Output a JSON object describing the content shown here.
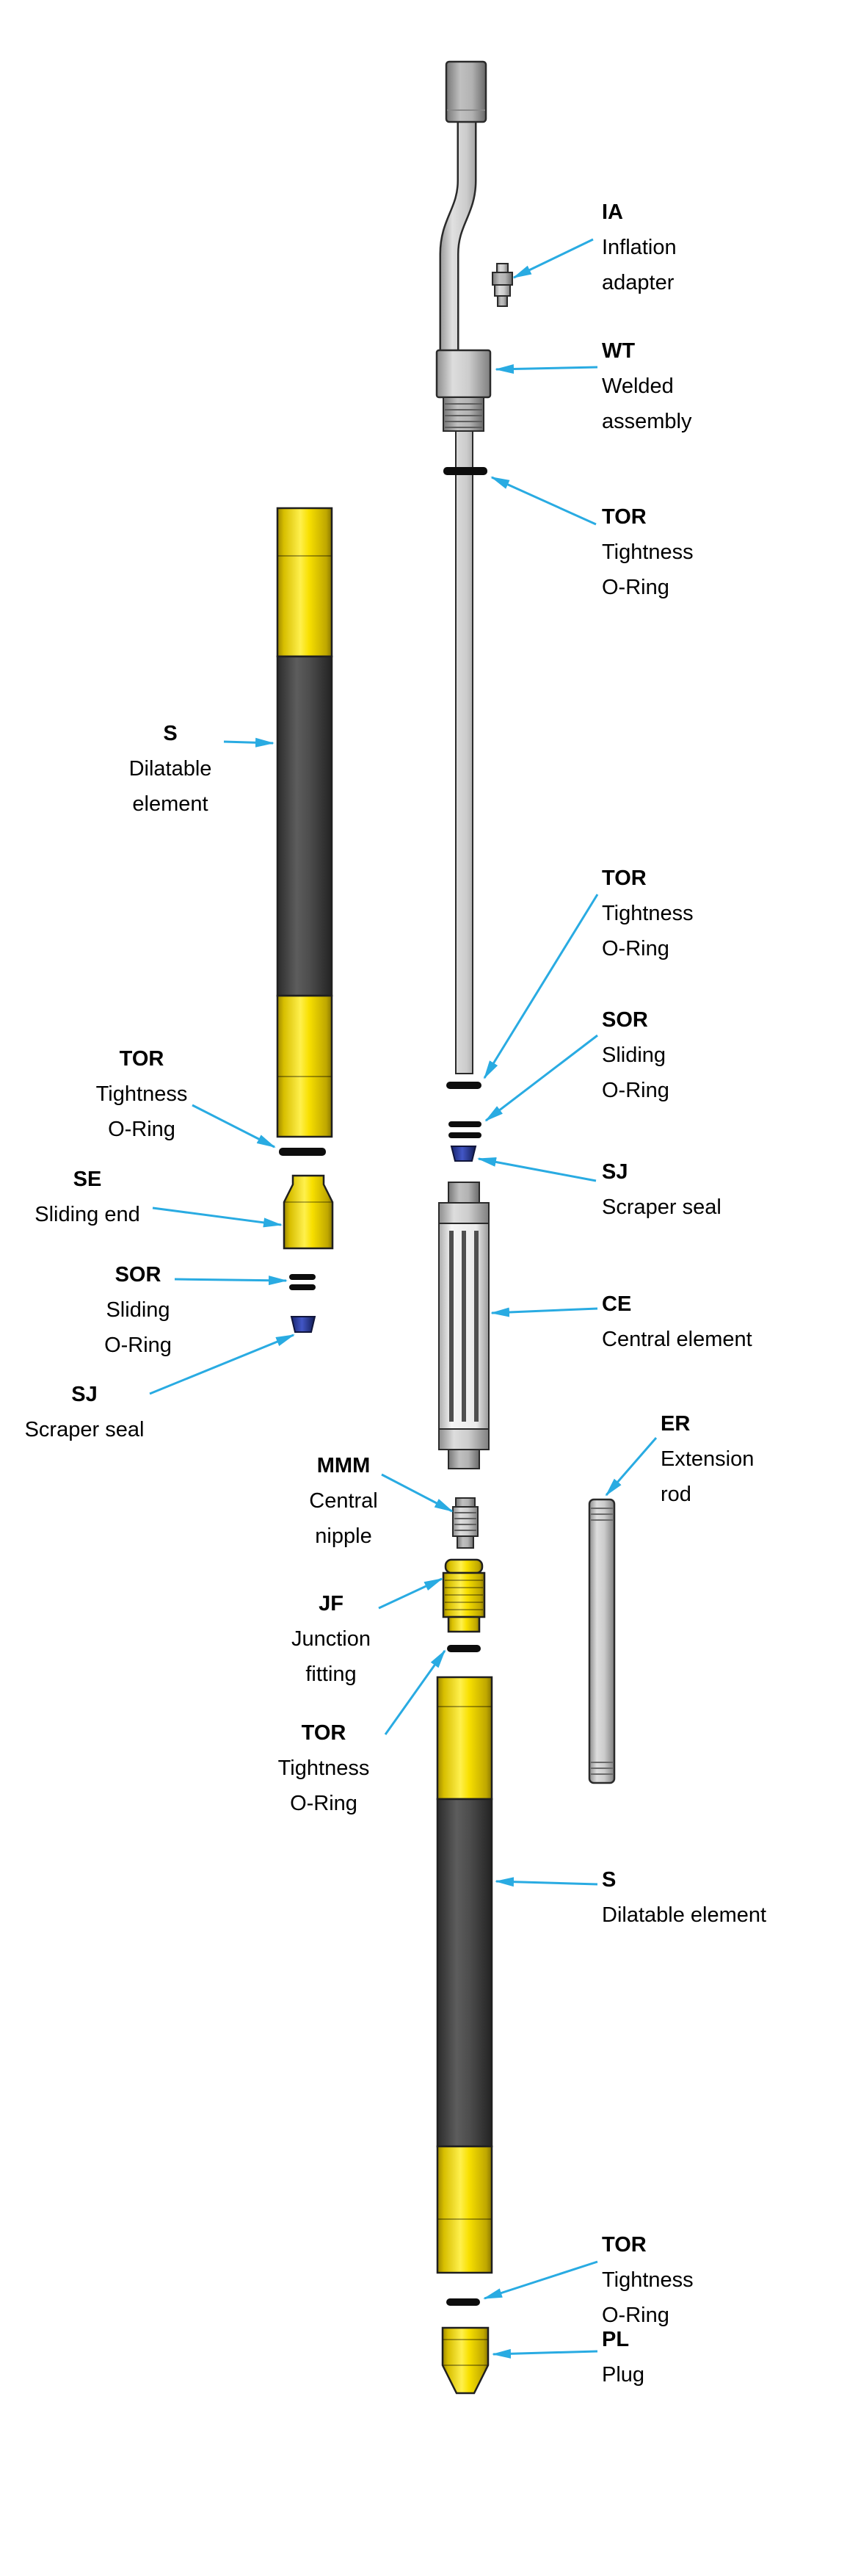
{
  "colors": {
    "arrow": "#29abe2",
    "text": "#000000",
    "background": "#ffffff",
    "yellow": "#f8e000",
    "dark_element": "#454545",
    "metal": "#c6c6c6",
    "seal_blue": "#4256c6",
    "oring_black": "#0d0d0d"
  },
  "labels": {
    "ia": {
      "code": "IA",
      "line1": "Inflation",
      "line2": "adapter"
    },
    "wt": {
      "code": "WT",
      "line1": "Welded",
      "line2": "assembly"
    },
    "tor_top": {
      "code": "TOR",
      "line1": "Tightness",
      "line2": "O-Ring"
    },
    "s_left": {
      "code": "S",
      "line1": "Dilatable",
      "line2": "element"
    },
    "tor_left": {
      "code": "TOR",
      "line1": "Tightness",
      "line2": "O-Ring"
    },
    "se": {
      "code": "SE",
      "line1": "Sliding end"
    },
    "sor_left": {
      "code": "SOR",
      "line1": "Sliding",
      "line2": "O-Ring"
    },
    "sj_left": {
      "code": "SJ",
      "line1": "Scraper seal"
    },
    "tor_mid": {
      "code": "TOR",
      "line1": "Tightness",
      "line2": "O-Ring"
    },
    "sor_right": {
      "code": "SOR",
      "line1": "Sliding",
      "line2": "O-Ring"
    },
    "sj_right": {
      "code": "SJ",
      "line1": "Scraper seal"
    },
    "ce": {
      "code": "CE",
      "line1": "Central element"
    },
    "mmm": {
      "code": "MMM",
      "line1": "Central",
      "line2": "nipple"
    },
    "er": {
      "code": "ER",
      "line1": "Extension",
      "line2": "rod"
    },
    "jf": {
      "code": "JF",
      "line1": "Junction",
      "line2": "fitting"
    },
    "tor_jf": {
      "code": "TOR",
      "line1": "Tightness",
      "line2": "O-Ring"
    },
    "s_right": {
      "code": "S",
      "line1": "Dilatable element"
    },
    "tor_bottom": {
      "code": "TOR",
      "line1": "Tightness",
      "line2": "O-Ring"
    },
    "pl": {
      "code": "PL",
      "line1": "Plug"
    }
  }
}
